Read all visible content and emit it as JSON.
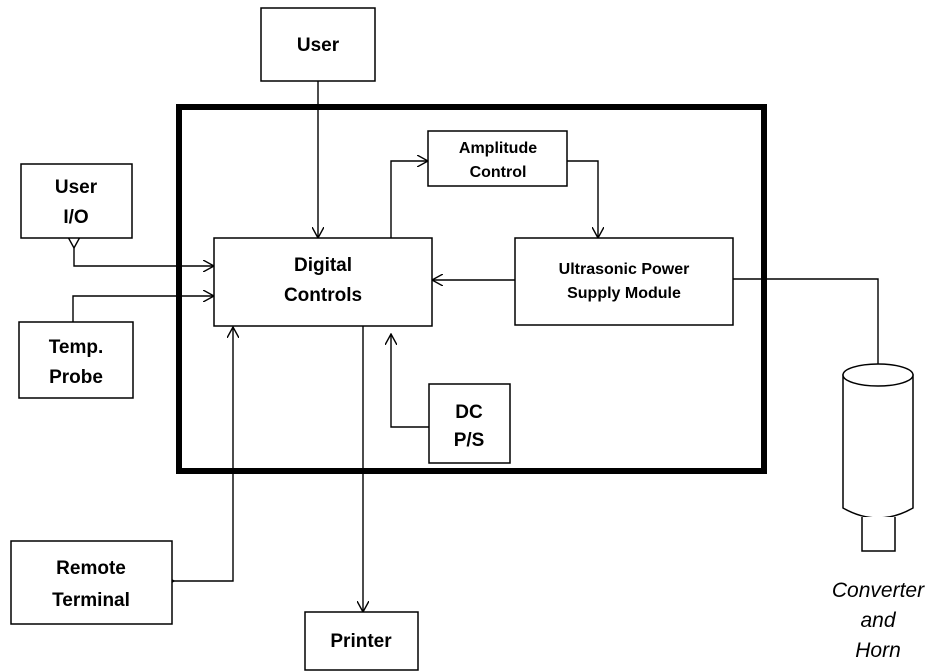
{
  "blocks": {
    "user": "User",
    "user_io": [
      "User",
      "I/O"
    ],
    "temp_probe": [
      "Temp.",
      "Probe"
    ],
    "remote_terminal": [
      "Remote",
      "Terminal"
    ],
    "printer": "Printer",
    "digital_controls": [
      "Digital",
      "Controls"
    ],
    "amplitude_control": [
      "Amplitude",
      "Control"
    ],
    "power_supply": [
      "Ultrasonic Power",
      "Supply Module"
    ],
    "dc_ps": [
      "DC",
      "P/S"
    ]
  },
  "converter_label": [
    "Converter",
    "and",
    "Horn"
  ]
}
